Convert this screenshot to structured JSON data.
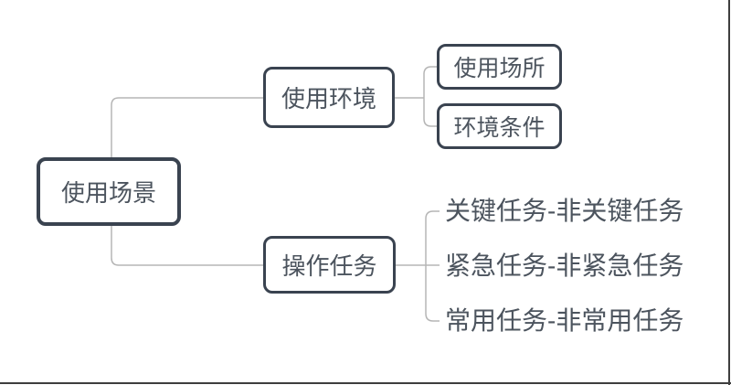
{
  "colors": {
    "background": "#ffffff",
    "node_border": "#3a4350",
    "node_fill": "#ffffff",
    "text": "#4c545e",
    "connector_line": "#b5b5b5",
    "frame_edge": "#3e3e3e"
  },
  "mindmap": {
    "root": {
      "label": "使用场景"
    },
    "branches": [
      {
        "label": "使用环境",
        "children": [
          {
            "label": "使用场所"
          },
          {
            "label": "环境条件"
          }
        ]
      },
      {
        "label": "操作任务",
        "children": [
          {
            "label": "关键任务-非关键任务"
          },
          {
            "label": "紧急任务-非紧急任务"
          },
          {
            "label": "常用任务-非常用任务"
          }
        ]
      }
    ]
  }
}
